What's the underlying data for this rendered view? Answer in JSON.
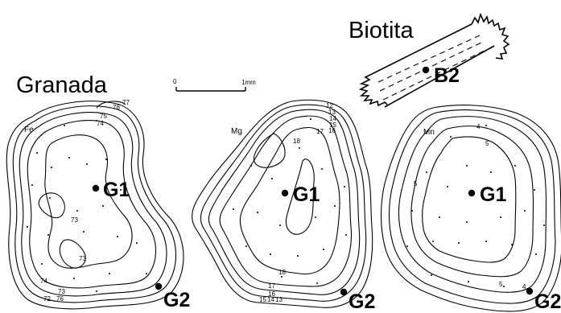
{
  "labels": {
    "granada": "Granada",
    "biotita": "Biotita",
    "scale_zero": "0",
    "scale_unit": "1mm"
  },
  "panels": [
    {
      "element": "Fe",
      "center_point": "G1",
      "rim_point": "G2",
      "contour_labels": [
        "77",
        "76",
        "75",
        "74",
        "73",
        "73",
        "74",
        "73",
        "72",
        "76"
      ]
    },
    {
      "element": "Mg",
      "center_point": "G1",
      "rim_point": "G2",
      "contour_labels": [
        "12",
        "13",
        "14",
        "15",
        "16",
        "17",
        "18",
        "18",
        "17",
        "16",
        "15",
        "14",
        "13"
      ]
    },
    {
      "element": "Mn",
      "center_point": "G1",
      "rim_point": "G2",
      "contour_labels": [
        "4",
        "5",
        "5",
        "5",
        "4"
      ]
    }
  ],
  "biotite": {
    "point": "B2"
  },
  "colors": {
    "ink": "#000000",
    "background": "#ffffff"
  }
}
